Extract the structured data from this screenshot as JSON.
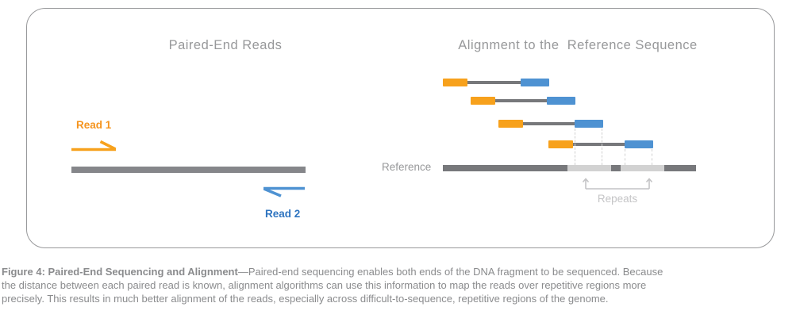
{
  "diagram": {
    "left_panel": {
      "title": "Paired-End Reads",
      "read1_label": "Read 1",
      "read2_label": "Read 2"
    },
    "right_panel": {
      "title": "Alignment to the  Reference Sequence",
      "reference_label": "Reference",
      "repeats_label": "Repeats"
    }
  },
  "caption": {
    "bold": "Figure 4: Paired-End Sequencing and Alignment",
    "line1_rest": "—Paired-end sequencing enables both ends of the DNA fragment to be sequenced. Because",
    "line2": "the distance between each paired read is known, alignment algorithms can use this information to map the reads over repetitive regions more",
    "line3": "precisely. This results in much better alignment of the reads, especially across difficult-to-sequence, repetitive regions of the genome."
  },
  "colors": {
    "orange": "#F7A11C",
    "blue": "#4E92D2",
    "read1-text": "#F5941E",
    "read2-text": "#2E74C0",
    "dark-gray": "#77787B",
    "mid-gray": "#85868A",
    "light-gray": "#D2D2D2",
    "label-gray": "#97989A",
    "faint-gray": "#C4C4C6",
    "dash-gray": "#D0D0D0",
    "caption-gray": "#8A8B8D",
    "border-gray": "#98999B"
  }
}
